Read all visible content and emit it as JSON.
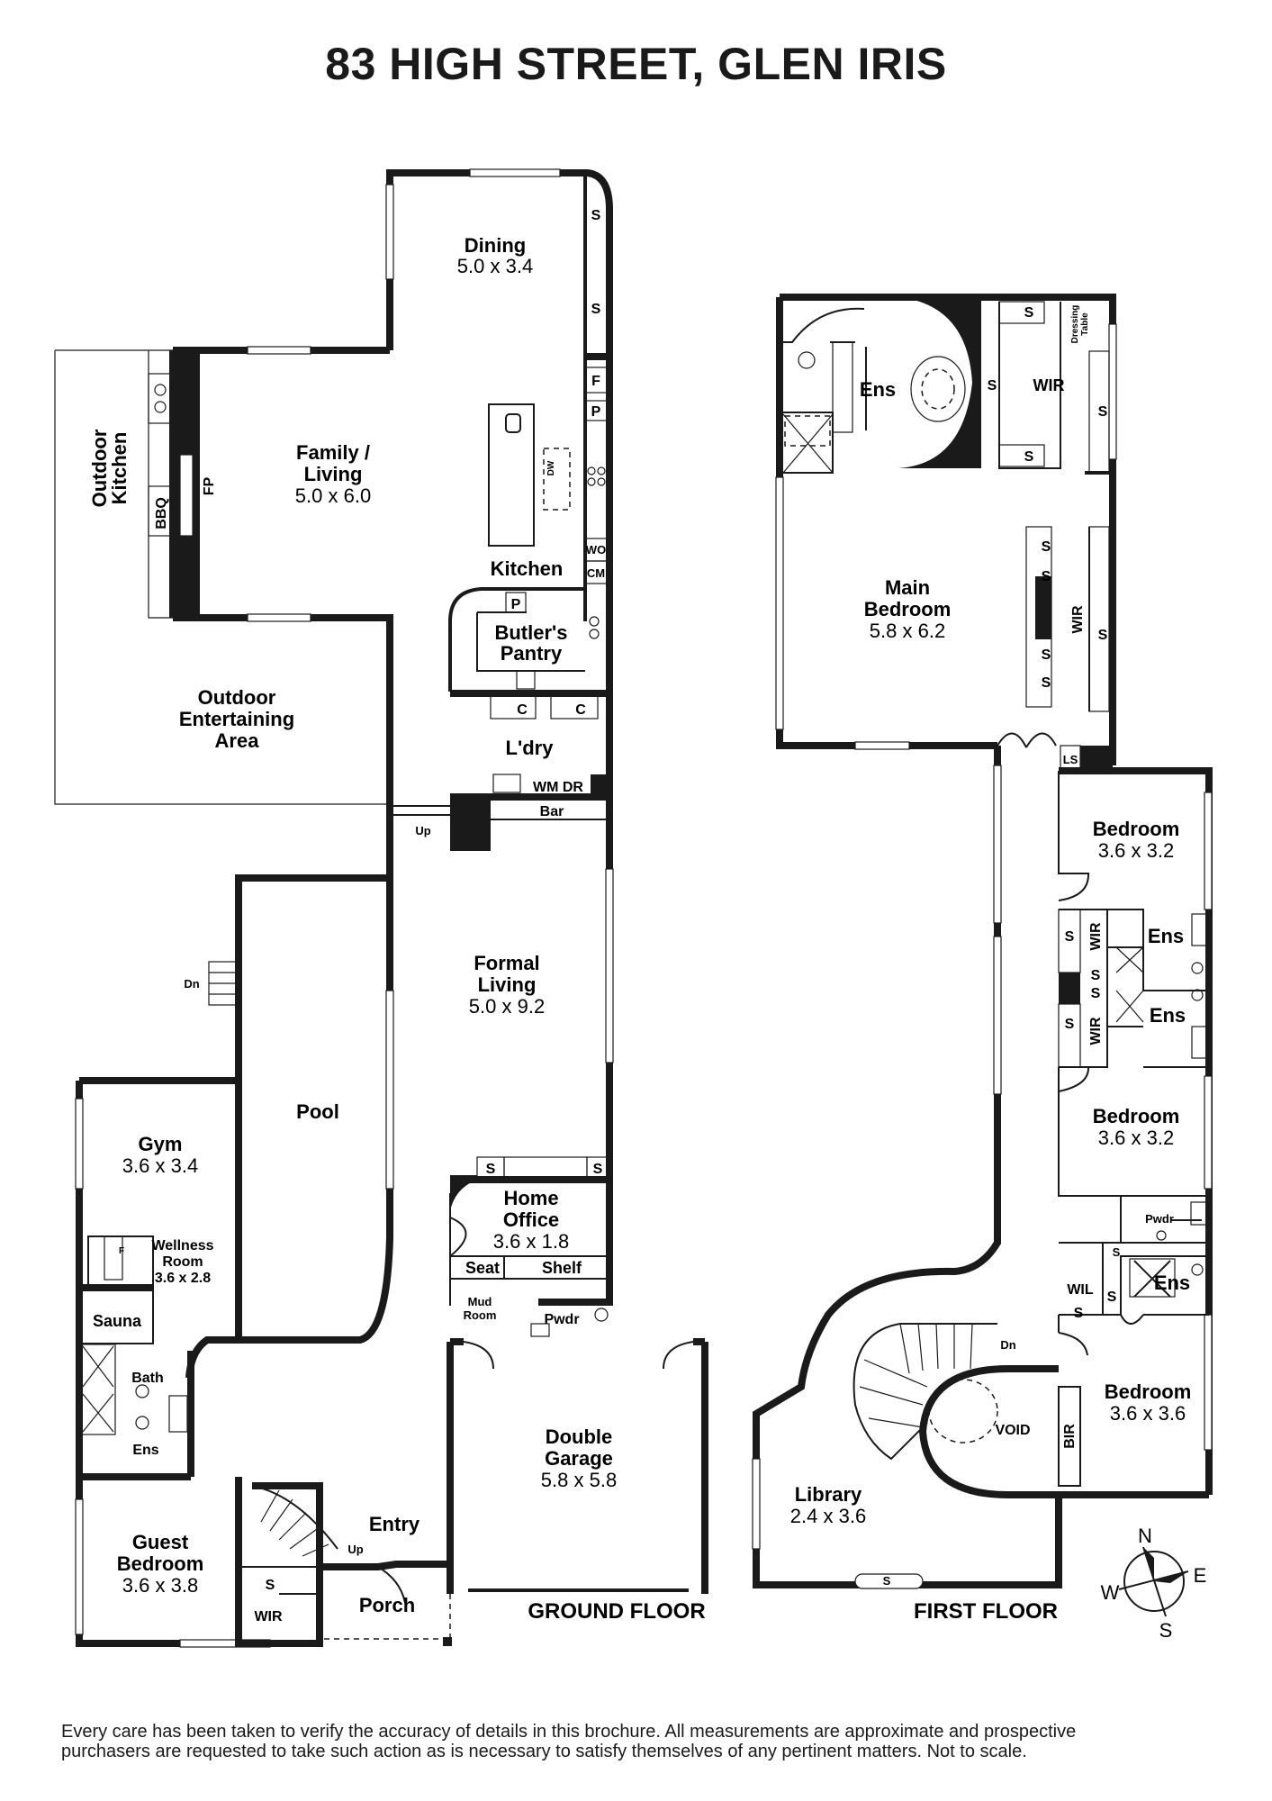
{
  "title": "83 HIGH STREET, GLEN IRIS",
  "floors": {
    "ground": {
      "label": "GROUND FLOOR",
      "rooms": [
        {
          "name": "Dining",
          "dims": "5.0 x 3.4"
        },
        {
          "name_lines": [
            "Family /",
            "Living"
          ],
          "dims": "5.0 x 6.0"
        },
        {
          "name": "Kitchen"
        },
        {
          "name_lines": [
            "Butler's",
            "Pantry"
          ]
        },
        {
          "name": "L'dry"
        },
        {
          "name_lines": [
            "Outdoor",
            "Kitchen"
          ]
        },
        {
          "name_lines": [
            "Outdoor",
            "Entertaining",
            "Area"
          ]
        },
        {
          "name_lines": [
            "Formal",
            "Living"
          ],
          "dims": "5.0 x 9.2"
        },
        {
          "name": "Pool"
        },
        {
          "name": "Gym",
          "dims": "3.6 x 3.4"
        },
        {
          "name_lines": [
            "Wellness",
            "Room"
          ],
          "dims": "3.6 x 2.8"
        },
        {
          "name": "Sauna"
        },
        {
          "name": "Bath"
        },
        {
          "name": "Ens"
        },
        {
          "name_lines": [
            "Guest",
            "Bedroom"
          ],
          "dims": "3.6 x 3.8"
        },
        {
          "name": "Entry"
        },
        {
          "name": "Porch"
        },
        {
          "name_lines": [
            "Home",
            "Office"
          ],
          "dims": "3.6 x 1.8"
        },
        {
          "name_lines": [
            "Mud",
            "Room"
          ]
        },
        {
          "name": "Pwdr"
        },
        {
          "name_lines": [
            "Double",
            "Garage"
          ],
          "dims": "5.8 x 5.8"
        }
      ],
      "fixtures": {
        "s": "S",
        "f": "F",
        "p": "P",
        "wo": "WO",
        "cm": "CM",
        "dw": "DW",
        "c": "C",
        "wm_dr": "WM DR",
        "bar": "Bar",
        "bbq": "BBQ",
        "fp": "FP",
        "seat": "Seat",
        "shelf": "Shelf",
        "wir": "WIR",
        "up": "Up",
        "dn": "Dn",
        "f_small": "F"
      }
    },
    "first": {
      "label": "FIRST FLOOR",
      "rooms": [
        {
          "name": "Ens"
        },
        {
          "name": "WIR"
        },
        {
          "name_lines": [
            "Main",
            "Bedroom"
          ],
          "dims": "5.8 x 6.2"
        },
        {
          "name": "Bedroom",
          "dims": "3.6 x 3.2"
        },
        {
          "name": "Ens"
        },
        {
          "name": "Ens"
        },
        {
          "name": "Bedroom",
          "dims": "3.6 x 3.2"
        },
        {
          "name": "Pwdr"
        },
        {
          "name": "Ens"
        },
        {
          "name": "WIL"
        },
        {
          "name": "Bedroom",
          "dims": "3.6 x 3.6"
        },
        {
          "name": "BIR"
        },
        {
          "name": "VOID"
        },
        {
          "name": "Library",
          "dims": "2.4 x 3.6"
        }
      ],
      "fixtures": {
        "s": "S",
        "ls": "LS",
        "wir": "WIR",
        "dn": "Dn",
        "dressing_lines": [
          "Dressing",
          "Table"
        ]
      }
    }
  },
  "compass": {
    "n": "N",
    "e": "E",
    "s": "S",
    "w": "W"
  },
  "disclaimer_lines": [
    "Every care has been taken to verify the accuracy of details in this brochure. All measurements are approximate and prospective",
    "purchasers are requested to take such action as is necessary to satisfy themselves of any pertinent matters. Not to scale."
  ]
}
